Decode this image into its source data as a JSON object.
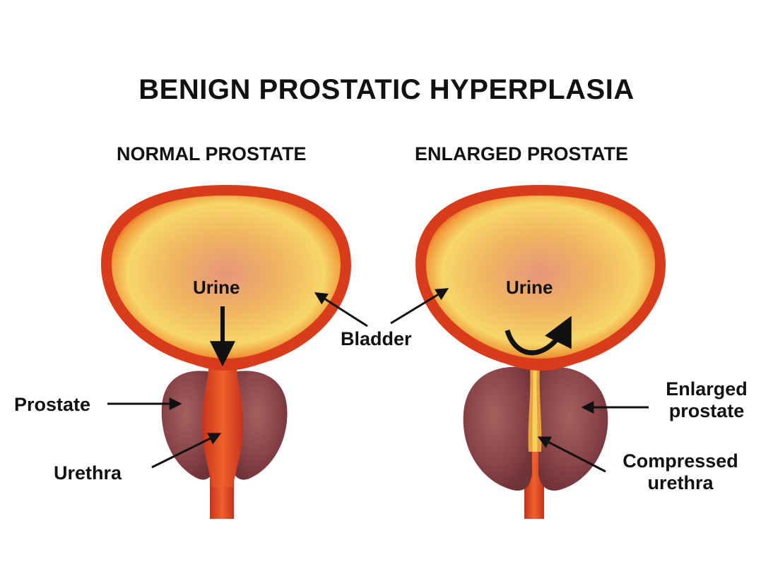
{
  "title": "BENIGN PROSTATIC HYPERPLASIA",
  "panels": {
    "normal": {
      "heading": "NORMAL PROSTATE",
      "urine": "Urine",
      "prostate": "Prostate",
      "urethra": "Urethra"
    },
    "enlarged": {
      "heading": "ENLARGED PROSTATE",
      "urine": "Urine",
      "enlarged_prostate": [
        "Enlarged",
        "prostate"
      ],
      "compressed_urethra": [
        "Compressed",
        "urethra"
      ]
    }
  },
  "shared": {
    "bladder": "Bladder"
  },
  "colors": {
    "bladder_wall": "#e0401c",
    "bladder_inner": "#f6c45a",
    "bladder_core": "#e99a6a",
    "prostate": "#8e4a4e",
    "urethra": "#e2421d",
    "arrow": "#111111"
  }
}
